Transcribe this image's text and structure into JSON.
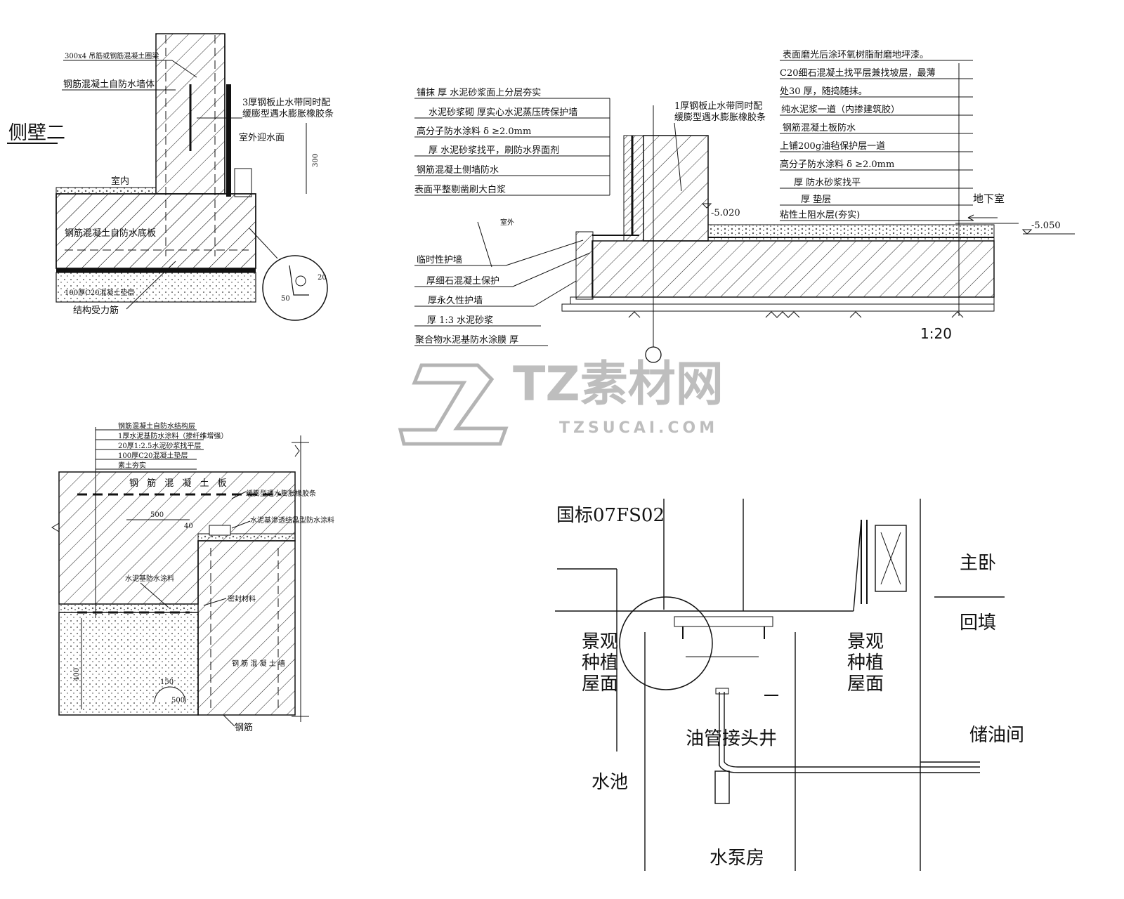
{
  "detail1": {
    "title": "侧壁二",
    "labels": {
      "l1": "300x4 吊筋或钢筋混凝土圈梁",
      "l2": "钢筋混凝土自防水墙体",
      "l3a": "3厚钢板止水带同时配",
      "l3b": "缓膨型遇水膨胀橡胶条",
      "l4": "室外迎水面",
      "l5": "室内",
      "l6": "钢筋混凝土自防水底板",
      "l7": "100厚C20混凝土垫层",
      "l8": "结构受力筋",
      "dim_vertical": "300",
      "detail_dim1": "50",
      "detail_dim2": "20"
    }
  },
  "detail2": {
    "left_labels": [
      "铺抹  厚  水泥砂浆面上分层夯实",
      "水泥砂浆砌  厚实心水泥蒸压砖保护墙",
      "高分子防水涂料 δ ≥2.0mm",
      "厚  水泥砂浆找平，刷防水界面剂",
      "钢筋混凝土侧墙防水",
      "表面平整剔凿刷大白浆"
    ],
    "lower_labels": [
      "临时性护墙",
      "厚细石混凝土保护",
      "厚永久性护墙",
      "厚 1:3  水泥砂浆",
      "聚合物水泥基防水涂膜   厚"
    ],
    "center_a": "1厚钢板止水带同时配",
    "center_b": "缓膨型遇水膨胀橡胶条",
    "room": "室外",
    "right_labels": [
      "表面磨光后涂环氧树脂耐磨地坪漆。",
      "C20细石混凝土找平层兼找坡层，最薄",
      "处30 厚，随捣随抹。",
      "纯水泥浆一道（内掺建筑胶）",
      "钢筋混凝土板防水",
      "上铺200g油毡保护层一道",
      "高分子防水涂料 δ ≥2.0mm",
      "厚   防水砂浆找平",
      "厚   垫层",
      "粘性土阻水层(夯实)"
    ],
    "basement": "地下室",
    "elev1": "-5.020",
    "elev2": "-5.050",
    "scale": "1:20"
  },
  "detail3": {
    "legend": [
      "钢筋混凝土自防水结构层",
      "1厚水泥基防水涂料（掺纤维增强）",
      "20厚1:2.5水泥砂浆找平层",
      "100厚C20混凝土垫层",
      "素土夯实"
    ],
    "slab": "钢 筋 混 凝 土 板",
    "callout1": "缓膨型遇水膨胀橡胶条",
    "callout2": "水泥基渗透结晶型防水涂料",
    "callout3": "水泥基防水涂料",
    "callout4": "密封材料",
    "wall": "钢 筋 混 凝 土 墙",
    "rebar": "钢筋",
    "dim_a": "500",
    "dim_b": "400",
    "dim_c": "500",
    "dim_d": "150",
    "dim_e": "40"
  },
  "plan": {
    "std": "国标07FS02",
    "land1": [
      "景观",
      "种植",
      "屋面"
    ],
    "land2": [
      "景观",
      "种植",
      "屋面"
    ],
    "master": "主卧",
    "backfill": "回填",
    "oil_well": "油管接头井",
    "oil_room": "储油间",
    "pool": "水池",
    "pump": "水泵房"
  },
  "watermark": {
    "brand": "TZ素材网",
    "url": "TZSUCAI.COM"
  }
}
